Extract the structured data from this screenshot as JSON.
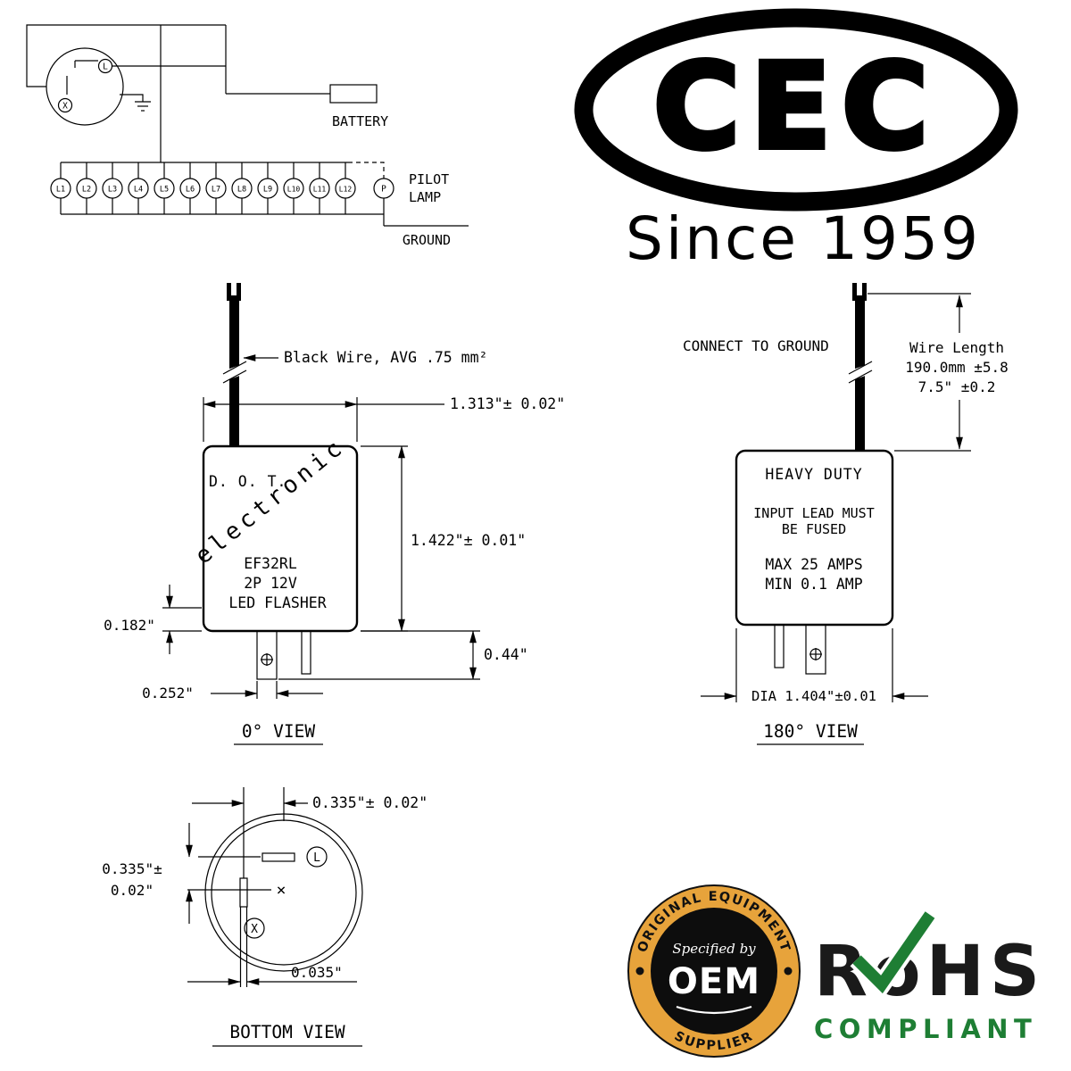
{
  "brand": {
    "logo_text": "CEC",
    "tagline": "Since 1959"
  },
  "wiring": {
    "battery": "BATTERY",
    "pilot_line1": "PILOT",
    "pilot_line2": "LAMP",
    "ground": "GROUND",
    "pilot_terminal": "P",
    "terminal_l": "L",
    "terminal_x": "X",
    "lamps": [
      "L1",
      "L2",
      "L3",
      "L4",
      "L5",
      "L6",
      "L7",
      "L8",
      "L9",
      "L10",
      "L11",
      "L12"
    ]
  },
  "front_view": {
    "wire_note": "Black Wire, AVG .75 mm²",
    "width_dim": "1.313\"± 0.02\"",
    "height_dim": "1.422\"± 0.01\"",
    "lead_offset_dim": "0.182\"",
    "pin_length_dim": "0.44\"",
    "pin_width_dim": "0.252\"",
    "body_text1": "D. O. T.",
    "body_text2": "electronic",
    "body_text3": "EF32RL",
    "body_text4": "2P 12V",
    "body_text5": "LED FLASHER",
    "caption": "0° VIEW"
  },
  "back_view": {
    "ground_note": "CONNECT TO GROUND",
    "wire_len1": "Wire Length",
    "wire_len2": "190.0mm ±5.8",
    "wire_len3": "7.5\" ±0.2",
    "body_text1": "HEAVY DUTY",
    "body_text2": "INPUT LEAD MUST",
    "body_text3": "BE FUSED",
    "body_text4": "MAX 25 AMPS",
    "body_text5": "MIN 0.1 AMP",
    "dia_dim": "DIA 1.404\"±0.01",
    "caption": "180° VIEW"
  },
  "bottom_view": {
    "horiz_dim": "0.335\"± 0.02\"",
    "vert_dim_line1": "0.335\"±",
    "vert_dim_line2": "0.02\"",
    "slot_dim": "0.035\"",
    "terminal_l": "L",
    "terminal_x": "X",
    "center_mark": "×",
    "caption": "BOTTOM VIEW"
  },
  "certs": {
    "oem_top": "ORIGINAL EQUIPMENT",
    "oem_script": "Specified by",
    "oem_name": "OEM",
    "oem_bottom": "SUPPLIER",
    "rohs_name": "RoHS",
    "rohs_compliant": "COMPLIANT",
    "colors": {
      "oem_gold": "#E7A33B",
      "oem_black": "#0D0D0D",
      "rohs_green": "#1E7E34",
      "ink": "#000000"
    }
  }
}
